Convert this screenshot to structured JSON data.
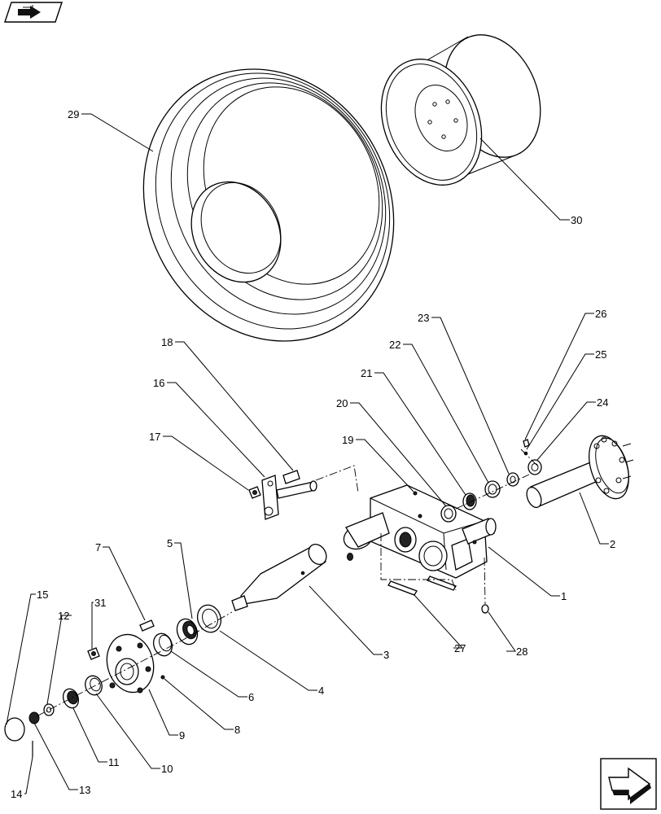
{
  "diagram": {
    "callouts": [
      {
        "id": "c1",
        "text": "1"
      },
      {
        "id": "c2",
        "text": "2"
      },
      {
        "id": "c3",
        "text": "3"
      },
      {
        "id": "c4",
        "text": "4"
      },
      {
        "id": "c5",
        "text": "5"
      },
      {
        "id": "c6",
        "text": "6"
      },
      {
        "id": "c7",
        "text": "7"
      },
      {
        "id": "c8",
        "text": "8"
      },
      {
        "id": "c9",
        "text": "9"
      },
      {
        "id": "c10",
        "text": "10"
      },
      {
        "id": "c11",
        "text": "11"
      },
      {
        "id": "c12",
        "text": "12"
      },
      {
        "id": "c13",
        "text": "13"
      },
      {
        "id": "c14",
        "text": "14"
      },
      {
        "id": "c15",
        "text": "15"
      },
      {
        "id": "c16",
        "text": "16"
      },
      {
        "id": "c17",
        "text": "17"
      },
      {
        "id": "c18",
        "text": "18"
      },
      {
        "id": "c19",
        "text": "19"
      },
      {
        "id": "c20",
        "text": "20"
      },
      {
        "id": "c21",
        "text": "21"
      },
      {
        "id": "c22",
        "text": "22"
      },
      {
        "id": "c23",
        "text": "23"
      },
      {
        "id": "c24",
        "text": "24"
      },
      {
        "id": "c25",
        "text": "25"
      },
      {
        "id": "c26",
        "text": "26"
      },
      {
        "id": "c27",
        "text": "27"
      },
      {
        "id": "c28",
        "text": "28"
      },
      {
        "id": "c29",
        "text": "29"
      },
      {
        "id": "c30",
        "text": "30"
      },
      {
        "id": "c31",
        "text": "31"
      }
    ],
    "icons": {
      "top_left": "previous-page-icon",
      "bottom_right": "next-page-icon"
    },
    "colors": {
      "line": "#000000",
      "background": "#ffffff"
    }
  }
}
